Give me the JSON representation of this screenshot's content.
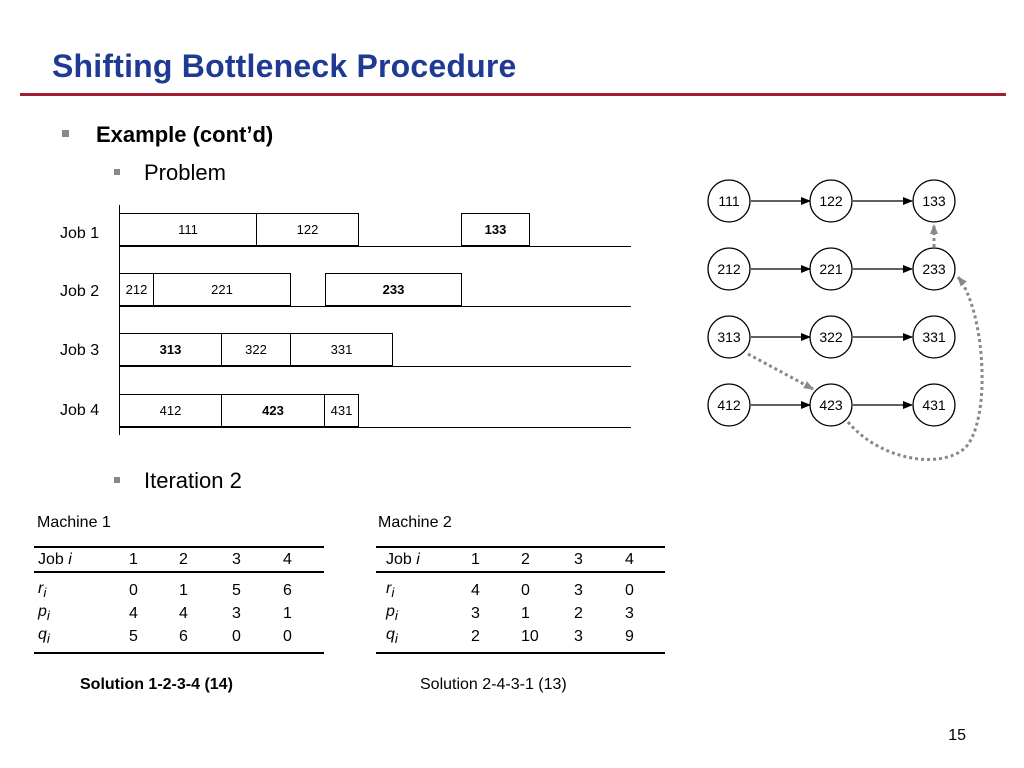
{
  "slide": {
    "title": "Shifting Bottleneck Procedure",
    "bullet_main": "Example (cont’d)",
    "bullet_problem": "Problem",
    "bullet_iteration": "Iteration 2",
    "page_number": "15"
  },
  "gantt": {
    "jobs": [
      {
        "label": "Job 1",
        "ops": [
          {
            "label": "111",
            "bold": false
          },
          {
            "label": "122",
            "bold": false
          },
          {
            "label": "133",
            "bold": true
          }
        ]
      },
      {
        "label": "Job 2",
        "ops": [
          {
            "label": "212",
            "bold": false
          },
          {
            "label": "221",
            "bold": false
          },
          {
            "label": "233",
            "bold": true
          }
        ]
      },
      {
        "label": "Job 3",
        "ops": [
          {
            "label": "313",
            "bold": true
          },
          {
            "label": "322",
            "bold": false
          },
          {
            "label": "331",
            "bold": false
          }
        ]
      },
      {
        "label": "Job 4",
        "ops": [
          {
            "label": "412",
            "bold": false
          },
          {
            "label": "423",
            "bold": true
          },
          {
            "label": "431",
            "bold": false
          }
        ]
      }
    ]
  },
  "graph": {
    "rows": [
      [
        "111",
        "122",
        "133"
      ],
      [
        "212",
        "221",
        "233"
      ],
      [
        "313",
        "322",
        "331"
      ],
      [
        "412",
        "423",
        "431"
      ]
    ],
    "solid_edge_color": "#000000",
    "dotted_edge_color": "#888888"
  },
  "machine1": {
    "label": "Machine 1",
    "header": {
      "prefix": "Job ",
      "var": "i",
      "cols": [
        "1",
        "2",
        "3",
        "4"
      ]
    },
    "rows": [
      {
        "sym": "r",
        "sub": "i",
        "values": [
          "0",
          "1",
          "5",
          "6"
        ]
      },
      {
        "sym": "p",
        "sub": "i",
        "values": [
          "4",
          "4",
          "3",
          "1"
        ]
      },
      {
        "sym": "q",
        "sub": "i",
        "values": [
          "5",
          "6",
          "0",
          "0"
        ]
      }
    ],
    "solution": "Solution 1-2-3-4 (14)"
  },
  "machine2": {
    "label": "Machine 2",
    "header": {
      "prefix": "Job ",
      "var": "i",
      "cols": [
        "1",
        "2",
        "3",
        "4"
      ]
    },
    "rows": [
      {
        "sym": "r",
        "sub": "i",
        "values": [
          "4",
          "0",
          "3",
          "0"
        ]
      },
      {
        "sym": "p",
        "sub": "i",
        "values": [
          "3",
          "1",
          "2",
          "3"
        ]
      },
      {
        "sym": "q",
        "sub": "i",
        "values": [
          "2",
          "10",
          "3",
          "9"
        ]
      }
    ],
    "solution": "Solution 2-4-3-1 (13)"
  }
}
